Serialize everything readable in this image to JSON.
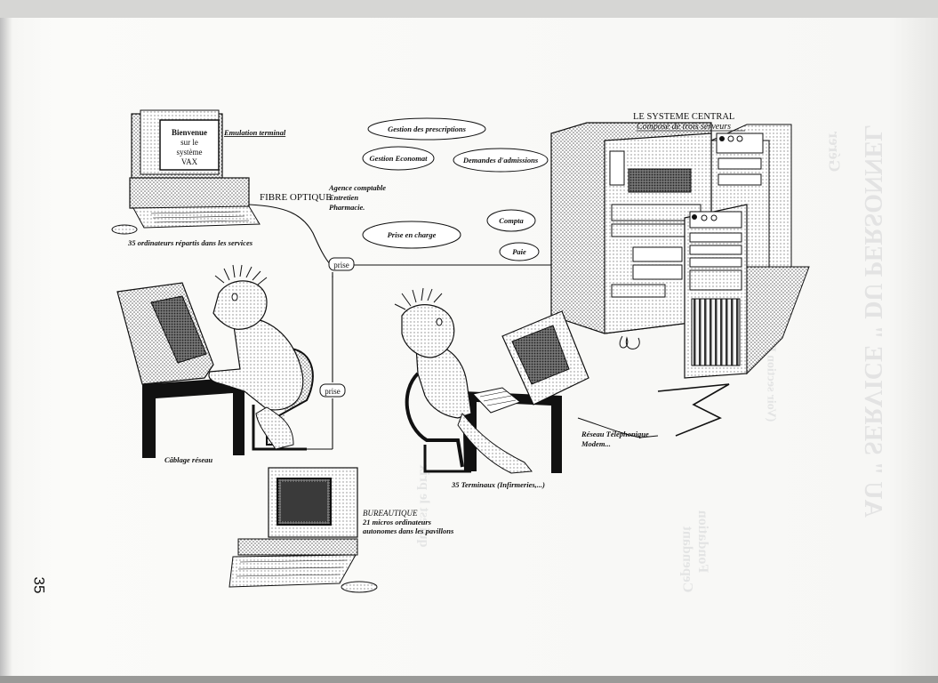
{
  "page_number": "35",
  "central": {
    "title": "LE SYSTEME CENTRAL",
    "subtitle": "Composé de trois serveurs"
  },
  "terminal_screen": {
    "lines": [
      "Bienvenue",
      "sur le",
      "système",
      "VAX"
    ]
  },
  "labels": {
    "emulation": "Emulation terminal",
    "fibre": "FIBRE OPTIQUE",
    "services_line1": "Agence comptable",
    "services_line2": "Entretien",
    "services_line3": "Pharmacie.",
    "ordinateurs": "35 ordinateurs répartis dans les services",
    "cablage": "Câblage réseau",
    "terminaux": "35 Terminaux (Infirmeries,...)",
    "reseau_line1": "Réseau Téléphonique",
    "reseau_line2": "Modem...",
    "bureautique_title": "BUREAUTIQUE",
    "bureautique_line1": "21 micros ordinateurs",
    "bureautique_line2": "autonomes dans les pavillons"
  },
  "modules": [
    "Gestion des prescriptions",
    "Gestion Economat",
    "Demandes d'admissions",
    "Compta",
    "Prise en charge",
    "Paie"
  ],
  "prise": [
    "prise",
    "prise"
  ],
  "bleed_through": {
    "heading": "AU \" SERVICE \" DU PERSONNEL",
    "fragment_1": "Gérer",
    "fragment_2": "Cependant",
    "fragment_3": "Fondation",
    "fragment_4": "qui est le prix",
    "fragment_5": "(Voir section B)"
  },
  "colors": {
    "ink": "#111111",
    "paper": "#fbfbf9",
    "screen_dark": "#3a3a3a",
    "bleed": "#8b8f95"
  }
}
